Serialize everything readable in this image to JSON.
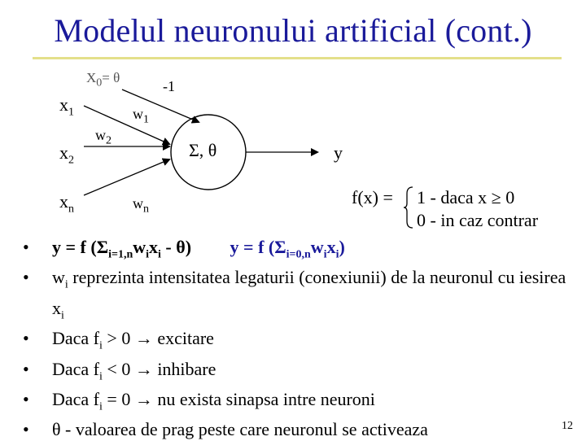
{
  "title": "Modelul neuronului artificial (cont.)",
  "diagram": {
    "x0_label": "X",
    "x0_sub": "0",
    "x0_rest": "= θ",
    "minus_one": "-1",
    "x1_label": "x",
    "x1_sub": "1",
    "x2_label": "x",
    "x2_sub": "2",
    "xn_label": "x",
    "xn_sub": "n",
    "w1_label": "w",
    "w1_sub": "1",
    "w2_label": "w",
    "w2_sub": "2",
    "wn_label": "w",
    "wn_sub": "n",
    "neuron_label": "Σ, θ",
    "output_label": "y"
  },
  "function": {
    "lhs": "f(x) =",
    "case1": "1 - daca x ≥ 0",
    "case2": "0 - in caz contrar"
  },
  "bullets": [
    {
      "a": "y = f (Σ",
      "a_sub": "i=1,n",
      "a_rest": "w",
      "a_sub2": "i",
      "a_rest2": "x",
      "a_sub3": "i",
      "a_end": " - θ)",
      "b": "y = f (Σ",
      "b_sub": "i=0,n",
      "b_rest": "w",
      "b_sub2": "i",
      "b_rest2": "x",
      "b_sub3": "i",
      "b_end": ")"
    },
    {
      "t1": "w",
      "t1_sub": "i",
      "t2": " reprezinta intensitatea legaturii (conexiunii) de la neuronul cu iesirea x",
      "t2_sub": "i"
    },
    {
      "t1": "Daca f",
      "t1_sub": "i",
      "t2": " > 0 → excitare"
    },
    {
      "t1": "Daca f",
      "t1_sub": "i",
      "t2": " < 0 → inhibare"
    },
    {
      "t1": "Daca f",
      "t1_sub": "i",
      "t2": " = 0 → nu exista sinapsa intre neuroni"
    },
    {
      "t1": " θ - valoarea de prag peste care neuronul se activeaza"
    }
  ],
  "bullet_symbol": "•",
  "slide_number": "12"
}
